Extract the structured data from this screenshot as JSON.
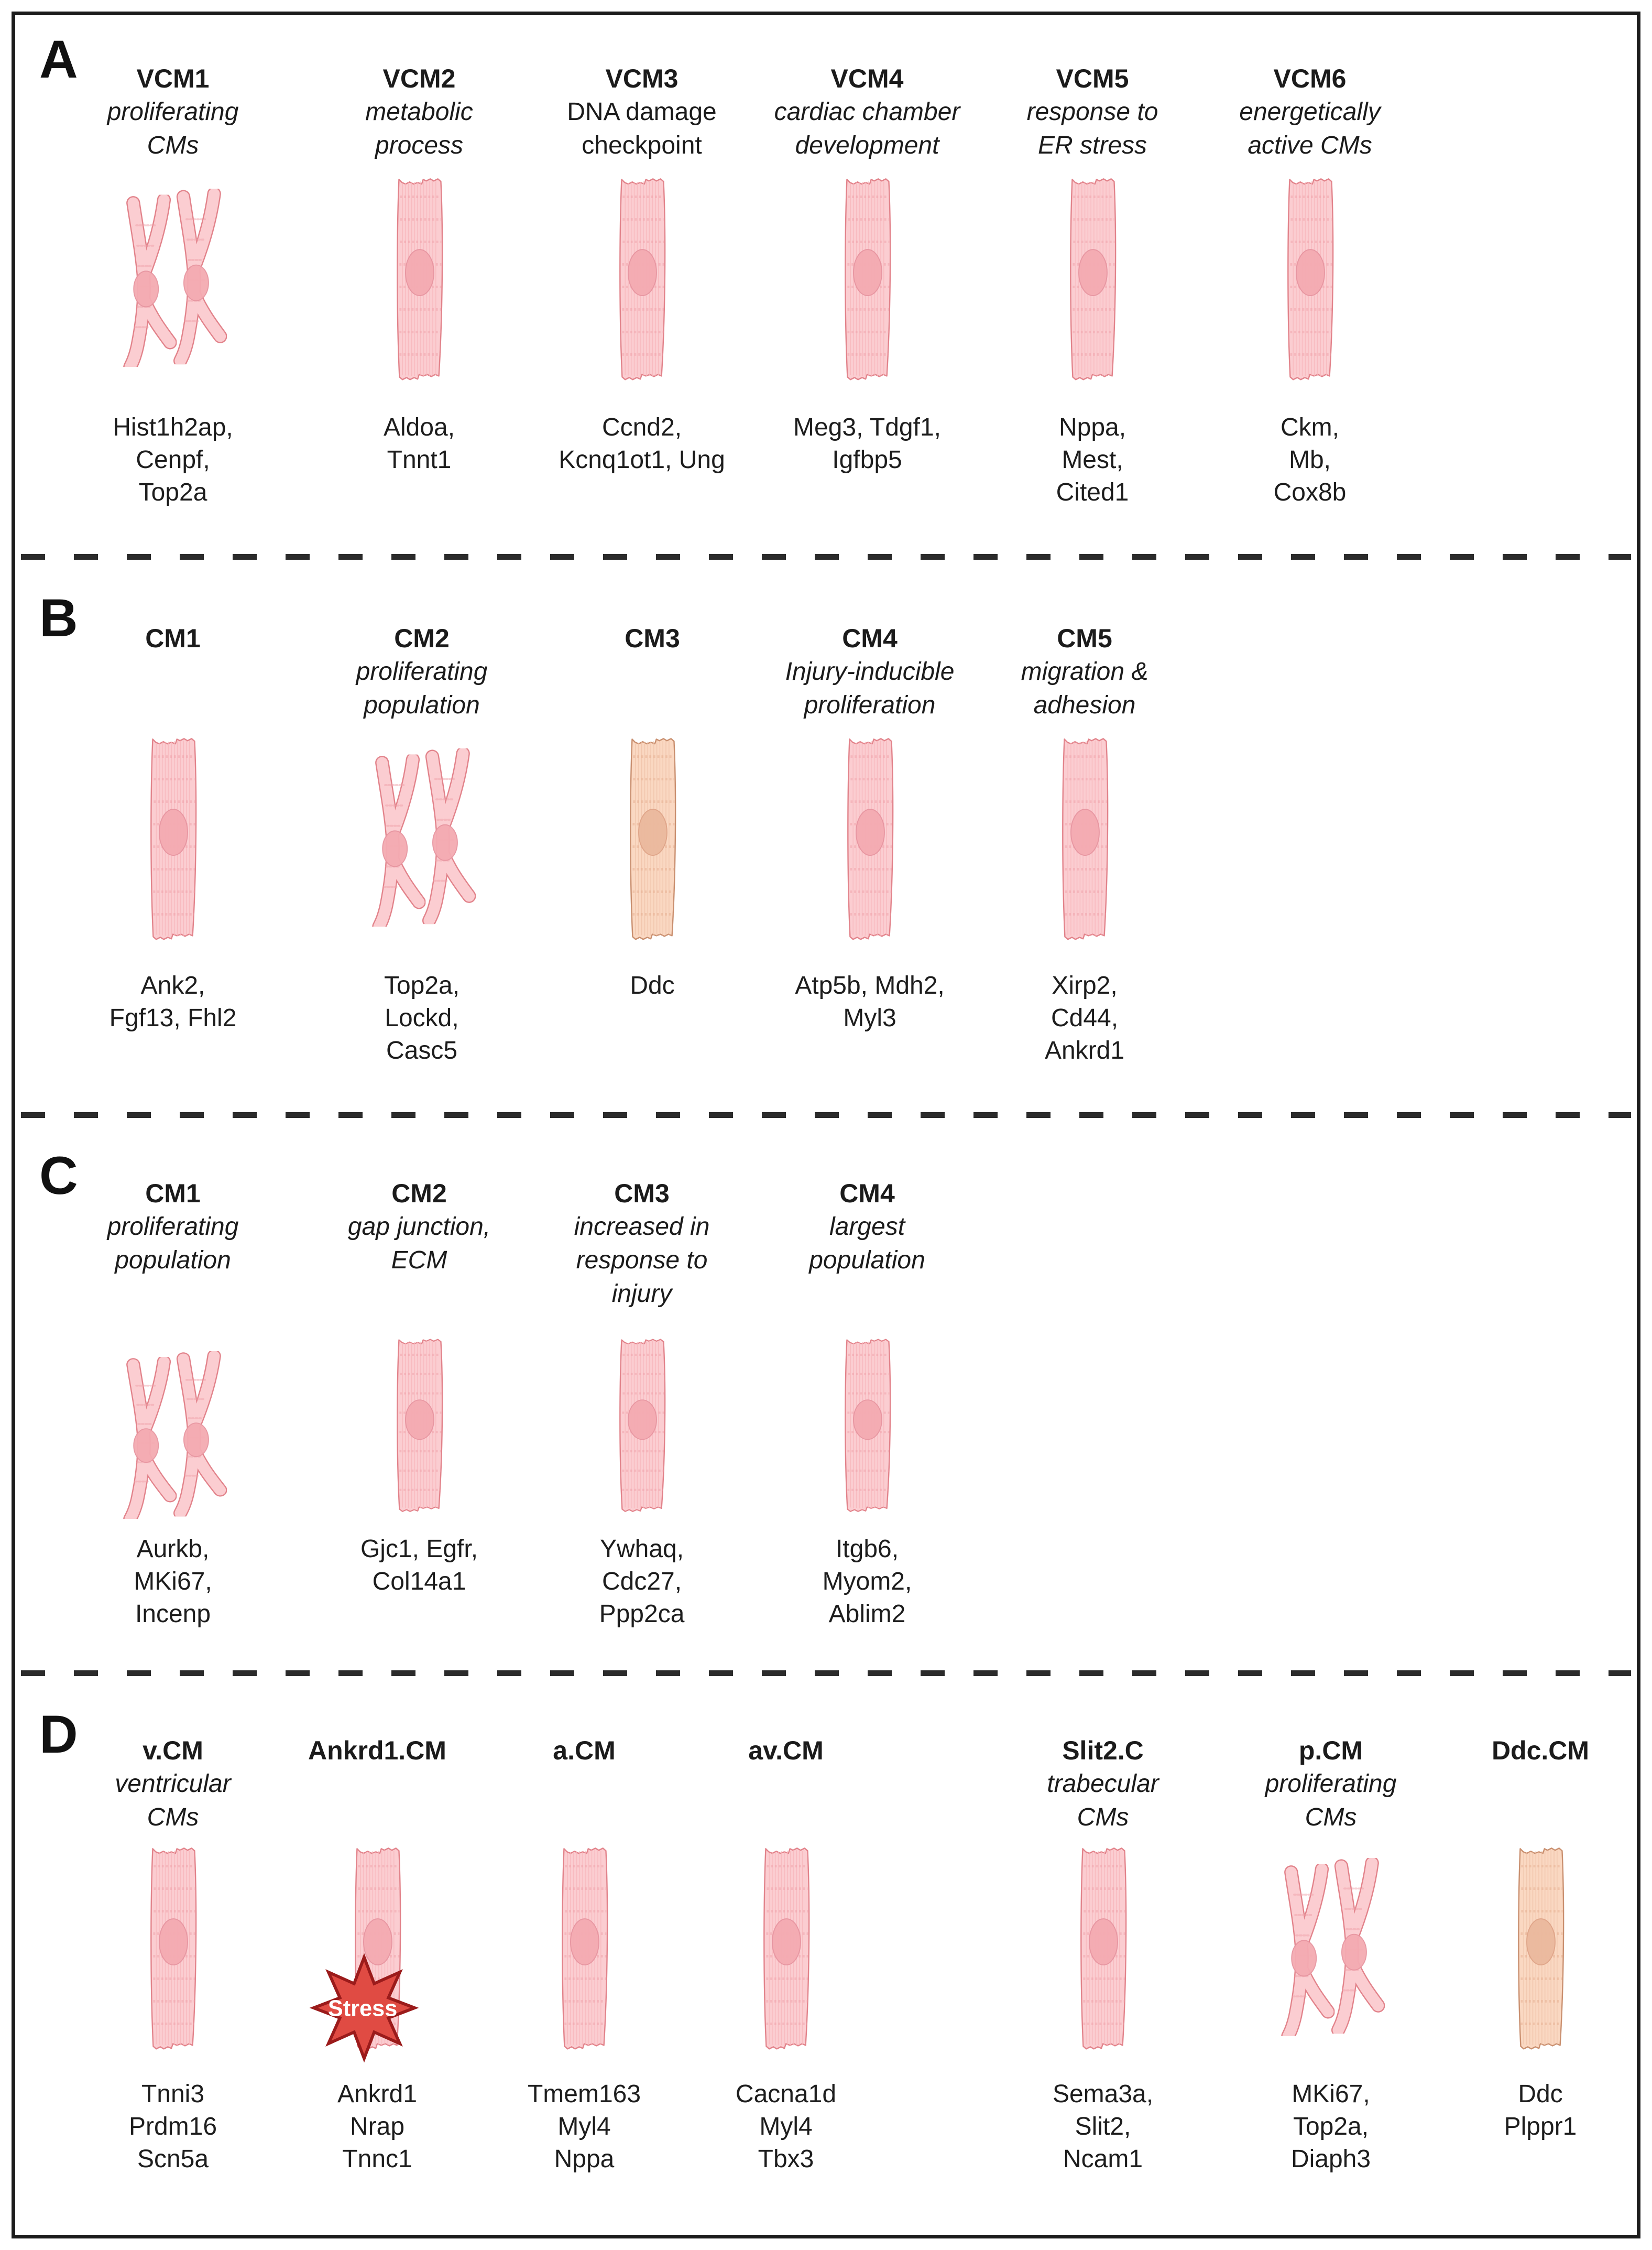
{
  "figure": {
    "colors": {
      "cell_pink": "#FBCDD1",
      "cell_pink_outline": "#E2838B",
      "nucleus_pink": "#F4ABB2",
      "cell_orange": "#FAD8C2",
      "cell_orange_outline": "#C98F6F",
      "nucleus_orange": "#EBB99E",
      "star_red": "#E04B43",
      "star_outline": "#9B1B1B",
      "frame": "#1C1C1C"
    },
    "stress_badge": {
      "label": "Stress"
    },
    "panels": [
      {
        "label": "A",
        "columns": [
          {
            "title": "VCM1",
            "subtitle": "proliferating\nCMs",
            "genes": "Hist1h2ap,\nCenpf,\nTop2a"
          },
          {
            "title": "VCM2",
            "subtitle": "metabolic\nprocess",
            "genes": "Aldoa,\nTnnt1"
          },
          {
            "title": "VCM3",
            "subtitle": "DNA damage\ncheckpoint",
            "genes": "Ccnd2,\nKcnq1ot1, Ung"
          },
          {
            "title": "VCM4",
            "subtitle": "cardiac chamber\ndevelopment",
            "genes": "Meg3, Tdgf1,\nIgfbp5"
          },
          {
            "title": "VCM5",
            "subtitle": "response to\nER stress",
            "genes": "Nppa,\nMest,\nCited1"
          },
          {
            "title": "VCM6",
            "subtitle": "energetically\nactive CMs",
            "genes": "Ckm,\nMb,\nCox8b"
          }
        ]
      },
      {
        "label": "B",
        "columns": [
          {
            "title": "CM1",
            "subtitle": "",
            "genes": "Ank2,\nFgf13, Fhl2"
          },
          {
            "title": "CM2",
            "subtitle": "proliferating\npopulation",
            "genes": "Top2a,\nLockd,\nCasc5"
          },
          {
            "title": "CM3",
            "subtitle": "",
            "genes": "Ddc"
          },
          {
            "title": "CM4",
            "subtitle": "Injury-inducible\nproliferation",
            "genes": "Atp5b, Mdh2,\nMyl3"
          },
          {
            "title": "CM5",
            "subtitle": "migration &\nadhesion",
            "genes": "Xirp2,\nCd44,\nAnkrd1"
          }
        ]
      },
      {
        "label": "C",
        "columns": [
          {
            "title": "CM1",
            "subtitle": "proliferating\npopulation",
            "genes": "Aurkb,\nMKi67,\nIncenp"
          },
          {
            "title": "CM2",
            "subtitle": "gap junction,\nECM",
            "genes": "Gjc1, Egfr,\nCol14a1"
          },
          {
            "title": "CM3",
            "subtitle": "increased in\nresponse to\ninjury",
            "genes": "Ywhaq,\nCdc27,\nPpp2ca"
          },
          {
            "title": "CM4",
            "subtitle": "largest\npopulation",
            "genes": "Itgb6,\nMyom2,\nAblim2"
          }
        ]
      },
      {
        "label": "D",
        "columns": [
          {
            "title": "v.CM",
            "subtitle": "ventricular\nCMs",
            "genes": "Tnni3\nPrdm16\nScn5a"
          },
          {
            "title": "Ankrd1.CM",
            "subtitle": "",
            "genes": "Ankrd1\nNrap\nTnnc1"
          },
          {
            "title": "a.CM",
            "subtitle": "",
            "genes": "Tmem163\nMyl4\nNppa"
          },
          {
            "title": "av.CM",
            "subtitle": "",
            "genes": "Cacna1d\nMyl4\nTbx3"
          },
          {
            "title": "Slit2.C",
            "subtitle": "trabecular\nCMs",
            "genes": "Sema3a,\nSlit2,\nNcam1"
          },
          {
            "title": "p.CM",
            "subtitle": "proliferating\nCMs",
            "genes": "MKi67,\nTop2a,\nDiaph3"
          },
          {
            "title": "Ddc.CM",
            "subtitle": "",
            "genes": "Ddc\nPlppr1"
          }
        ]
      }
    ]
  }
}
